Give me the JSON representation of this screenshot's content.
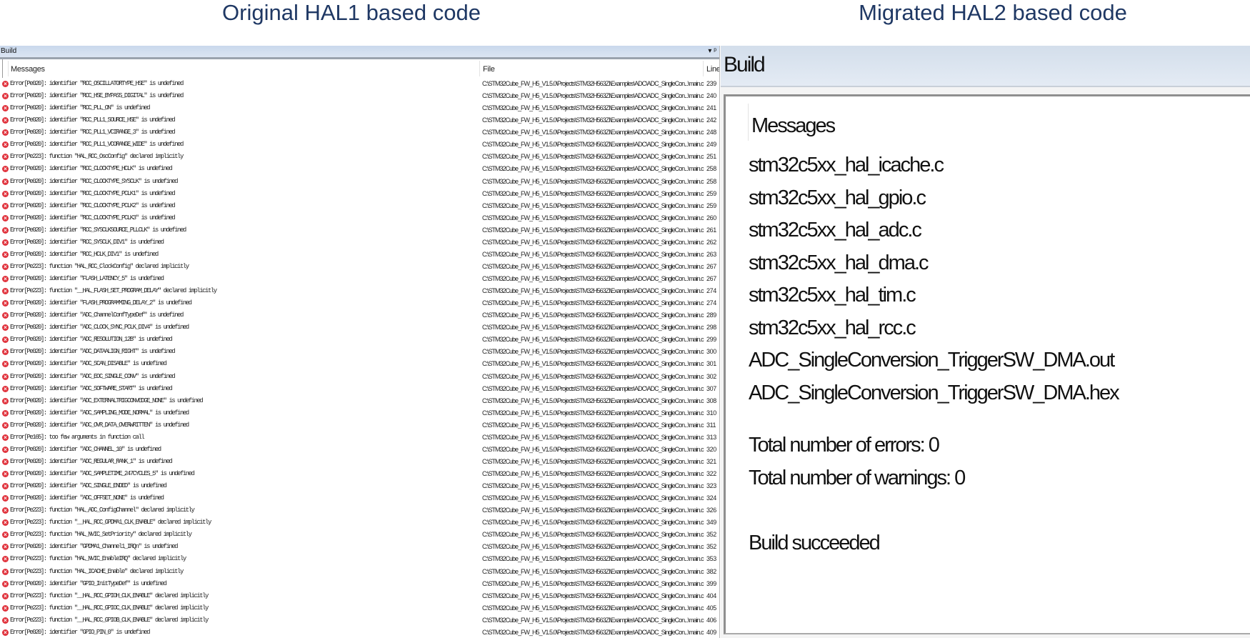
{
  "titles": {
    "left": "Original HAL1 based code",
    "right": "Migrated HAL2 based code"
  },
  "left_panel": {
    "title": "Build",
    "controls": "▾ ᵖ",
    "columns": {
      "messages": "Messages",
      "file": "File",
      "line": "Line"
    },
    "file_path": "C:\\STM32Cube_FW_H5_V1.5.0\\Projects\\STM32H563ZI\\Examples\\ADC\\ADC_SingleCon...\\main.c",
    "rows": [
      {
        "msg": "Error[Pe020]: identifier \"RCC_OSCILLATORTYPE_HSE\" is undefined",
        "line": "239"
      },
      {
        "msg": "Error[Pe020]: identifier \"RCC_HSE_BYPASS_DIGITAL\" is undefined",
        "line": "240"
      },
      {
        "msg": "Error[Pe020]: identifier \"RCC_PLL_ON\" is undefined",
        "line": "241"
      },
      {
        "msg": "Error[Pe020]: identifier \"RCC_PLL1_SOURCE_HSE\" is undefined",
        "line": "242"
      },
      {
        "msg": "Error[Pe020]: identifier \"RCC_PLL1_VCIRANGE_3\" is undefined",
        "line": "248"
      },
      {
        "msg": "Error[Pe020]: identifier \"RCC_PLL1_VCORANGE_WIDE\" is undefined",
        "line": "249"
      },
      {
        "msg": "Error[Pe223]: function \"HAL_RCC_OscConfig\" declared implicitly",
        "line": "251"
      },
      {
        "msg": "Error[Pe020]: identifier \"RCC_CLOCKTYPE_HCLK\" is undefined",
        "line": "258"
      },
      {
        "msg": "Error[Pe020]: identifier \"RCC_CLOCKTYPE_SYSCLK\" is undefined",
        "line": "258"
      },
      {
        "msg": "Error[Pe020]: identifier \"RCC_CLOCKTYPE_PCLK1\" is undefined",
        "line": "259"
      },
      {
        "msg": "Error[Pe020]: identifier \"RCC_CLOCKTYPE_PCLK2\" is undefined",
        "line": "259"
      },
      {
        "msg": "Error[Pe020]: identifier \"RCC_CLOCKTYPE_PCLK3\" is undefined",
        "line": "260"
      },
      {
        "msg": "Error[Pe020]: identifier \"RCC_SYSCLKSOURCE_PLLCLK\" is undefined",
        "line": "261"
      },
      {
        "msg": "Error[Pe020]: identifier \"RCC_SYSCLK_DIV1\" is undefined",
        "line": "262"
      },
      {
        "msg": "Error[Pe020]: identifier \"RCC_HCLK_DIV1\" is undefined",
        "line": "263"
      },
      {
        "msg": "Error[Pe223]: function \"HAL_RCC_ClockConfig\" declared implicitly",
        "line": "267"
      },
      {
        "msg": "Error[Pe020]: identifier \"FLASH_LATENCY_5\" is undefined",
        "line": "267"
      },
      {
        "msg": "Error[Pe223]: function \"__HAL_FLASH_SET_PROGRAM_DELAY\" declared implicitly",
        "line": "274"
      },
      {
        "msg": "Error[Pe020]: identifier \"FLASH_PROGRAMMING_DELAY_2\" is undefined",
        "line": "274"
      },
      {
        "msg": "Error[Pe020]: identifier \"ADC_ChannelConfTypeDef\" is undefined",
        "line": "289"
      },
      {
        "msg": "Error[Pe020]: identifier \"ADC_CLOCK_SYNC_PCLK_DIV4\" is undefined",
        "line": "298"
      },
      {
        "msg": "Error[Pe020]: identifier \"ADC_RESOLUTION_12B\" is undefined",
        "line": "299"
      },
      {
        "msg": "Error[Pe020]: identifier \"ADC_DATAALIGN_RIGHT\" is undefined",
        "line": "300"
      },
      {
        "msg": "Error[Pe020]: identifier \"ADC_SCAN_DISABLE\" is undefined",
        "line": "301"
      },
      {
        "msg": "Error[Pe020]: identifier \"ADC_EOC_SINGLE_CONV\" is undefined",
        "line": "302"
      },
      {
        "msg": "Error[Pe020]: identifier \"ADC_SOFTWARE_START\" is undefined",
        "line": "307"
      },
      {
        "msg": "Error[Pe020]: identifier \"ADC_EXTERNALTRIGCONVEDGE_NONE\" is undefined",
        "line": "308"
      },
      {
        "msg": "Error[Pe020]: identifier \"ADC_SAMPLING_MODE_NORMAL\" is undefined",
        "line": "310"
      },
      {
        "msg": "Error[Pe020]: identifier \"ADC_OVR_DATA_OVERWRITTEN\" is undefined",
        "line": "311"
      },
      {
        "msg": "Error[Pe165]: too few arguments in function call",
        "line": "313"
      },
      {
        "msg": "Error[Pe020]: identifier \"ADC_CHANNEL_10\" is undefined",
        "line": "320"
      },
      {
        "msg": "Error[Pe020]: identifier \"ADC_REGULAR_RANK_1\" is undefined",
        "line": "321"
      },
      {
        "msg": "Error[Pe020]: identifier \"ADC_SAMPLETIME_247CYCLES_5\" is undefined",
        "line": "322"
      },
      {
        "msg": "Error[Pe020]: identifier \"ADC_SINGLE_ENDED\" is undefined",
        "line": "323"
      },
      {
        "msg": "Error[Pe020]: identifier \"ADC_OFFSET_NONE\" is undefined",
        "line": "324"
      },
      {
        "msg": "Error[Pe223]: function \"HAL_ADC_ConfigChannel\" declared implicitly",
        "line": "326"
      },
      {
        "msg": "Error[Pe223]: function \"__HAL_RCC_GPDMA1_CLK_ENABLE\" declared implicitly",
        "line": "349"
      },
      {
        "msg": "Error[Pe223]: function \"HAL_NVIC_SetPriority\" declared implicitly",
        "line": "352"
      },
      {
        "msg": "Error[Pe020]: identifier \"GPDMA1_Channel1_IRQn\" is undefined",
        "line": "352"
      },
      {
        "msg": "Error[Pe223]: function \"HAL_NVIC_EnableIRQ\" declared implicitly",
        "line": "353"
      },
      {
        "msg": "Error[Pe223]: function \"HAL_ICACHE_Enable\" declared implicitly",
        "line": "382"
      },
      {
        "msg": "Error[Pe020]: identifier \"GPIO_InitTypeDef\" is undefined",
        "line": "399"
      },
      {
        "msg": "Error[Pe223]: function \"__HAL_RCC_GPIOH_CLK_ENABLE\" declared implicitly",
        "line": "404"
      },
      {
        "msg": "Error[Pe223]: function \"__HAL_RCC_GPIOC_CLK_ENABLE\" declared implicitly",
        "line": "405"
      },
      {
        "msg": "Error[Pe223]: function \"__HAL_RCC_GPIOB_CLK_ENABLE\" declared implicitly",
        "line": "406"
      },
      {
        "msg": "Error[Pe020]: identifier \"GPIO_PIN_0\" is undefined",
        "line": "409"
      }
    ]
  },
  "right_panel": {
    "title": "Build",
    "column": "Messages",
    "items": [
      "stm32c5xx_hal_icache.c",
      "stm32c5xx_hal_gpio.c",
      "stm32c5xx_hal_adc.c",
      "stm32c5xx_hal_dma.c",
      "stm32c5xx_hal_tim.c",
      "stm32c5xx_hal_rcc.c",
      "ADC_SingleConversion_TriggerSW_DMA.out",
      "ADC_SingleConversion_TriggerSW_DMA.hex"
    ],
    "errors": "Total number of errors: 0",
    "warnings": "Total number of warnings: 0",
    "status": "Build succeeded"
  },
  "colors": {
    "title": "#1f3864",
    "error": "#e0323c"
  }
}
